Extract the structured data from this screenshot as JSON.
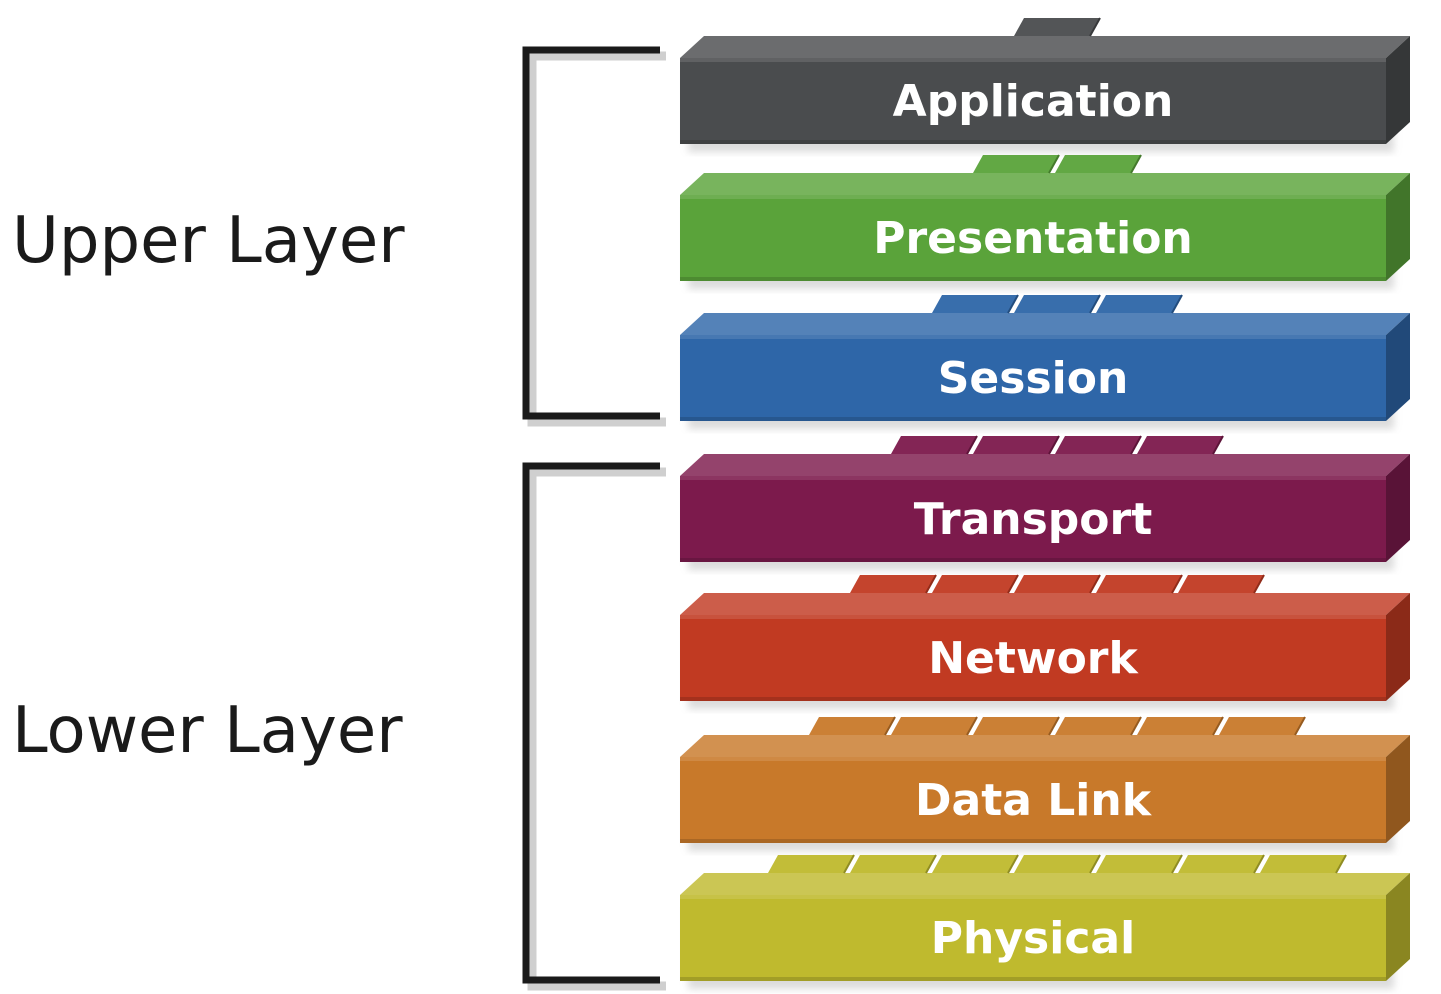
{
  "groups": [
    {
      "label": "Upper Layer"
    },
    {
      "label": "Lower Layer"
    }
  ],
  "layers": [
    {
      "label": "Application",
      "color": "#4a4c4e",
      "notches": 1
    },
    {
      "label": "Presentation",
      "color": "#5aa33a",
      "notches": 2
    },
    {
      "label": "Session",
      "color": "#2e66a8",
      "notches": 3
    },
    {
      "label": "Transport",
      "color": "#7c1a4c",
      "notches": 4
    },
    {
      "label": "Network",
      "color": "#c13a22",
      "notches": 5
    },
    {
      "label": "Data Link",
      "color": "#c8792a",
      "notches": 6
    },
    {
      "label": "Physical",
      "color": "#bfba2e",
      "notches": 7
    }
  ]
}
